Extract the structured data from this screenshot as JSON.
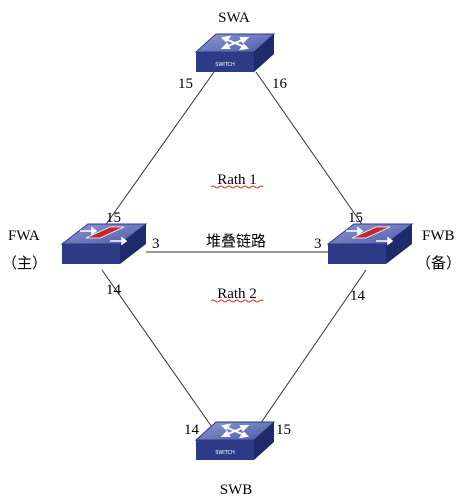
{
  "nodes": {
    "swa": {
      "label": "SWA",
      "badge": "SWITCH"
    },
    "swb": {
      "label": "SWB",
      "badge": "SWITCH"
    },
    "fwa": {
      "label": "FWA",
      "role": "（主）"
    },
    "fwb": {
      "label": "FWB",
      "role": "（备）"
    }
  },
  "links": {
    "fwa_swa": {
      "port_fw": "15",
      "port_sw": "15"
    },
    "fwb_swa": {
      "port_fw": "15",
      "port_sw": "16"
    },
    "fwa_swb": {
      "port_fw": "14",
      "port_sw": "14"
    },
    "fwb_swb": {
      "port_fw": "14",
      "port_sw": "15"
    },
    "stack": {
      "label": "堆叠链路",
      "port_a": "3",
      "port_b": "3"
    }
  },
  "paths": {
    "path1": "Rath 1",
    "path2": "Rath 2"
  },
  "colors": {
    "device_top": "#6f7fc0",
    "device_side": "#2d3a86",
    "firewall_bar": "#c0282d",
    "line": "#333333"
  }
}
